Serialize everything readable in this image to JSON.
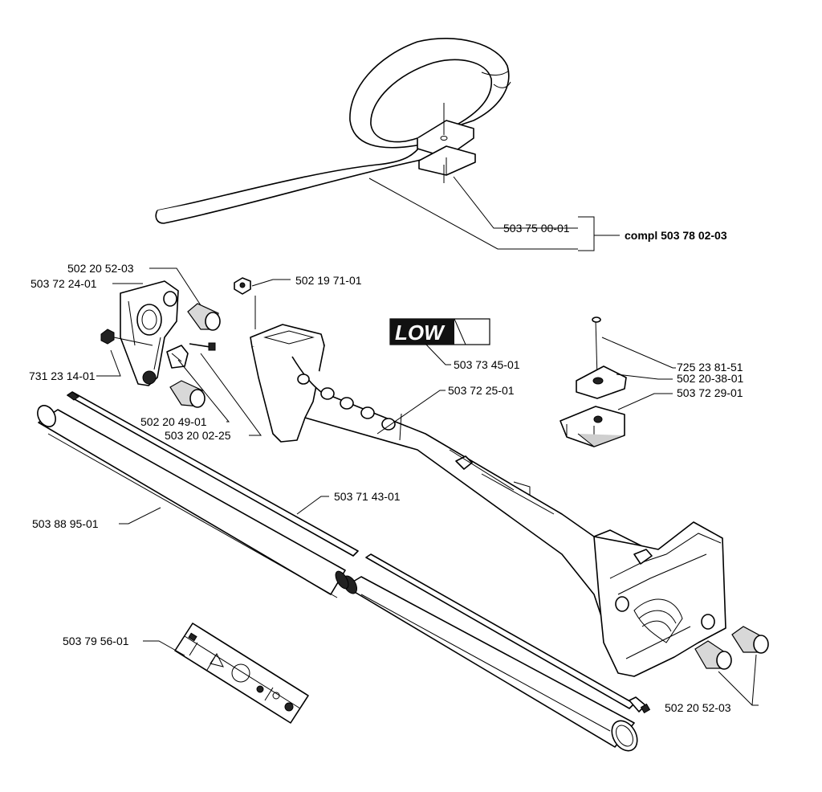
{
  "labels": {
    "handle_part": "503 75 00-01",
    "handle_kit": "compl 503 78 02-03",
    "cap_top": "502 20 52-03",
    "bracket": "503 72 24-01",
    "nut_top": "502 19 71-01",
    "low_decal": "503 73 45-01",
    "bolt": "725 23 81-51",
    "wing_nut": "502 20-38-01",
    "clamp_plate": "503 72 29-01",
    "nut_left": "731 23 14-01",
    "housing": "503 72 25-01",
    "clip": "502 20 49-01",
    "screw": "503 20 02-25",
    "tube": "503 88 95-01",
    "drive_shaft": "503 71 43-01",
    "warning_decal": "503 79 56-01",
    "cap_bottom": "502 20 52-03"
  },
  "logo_text": "LOW"
}
